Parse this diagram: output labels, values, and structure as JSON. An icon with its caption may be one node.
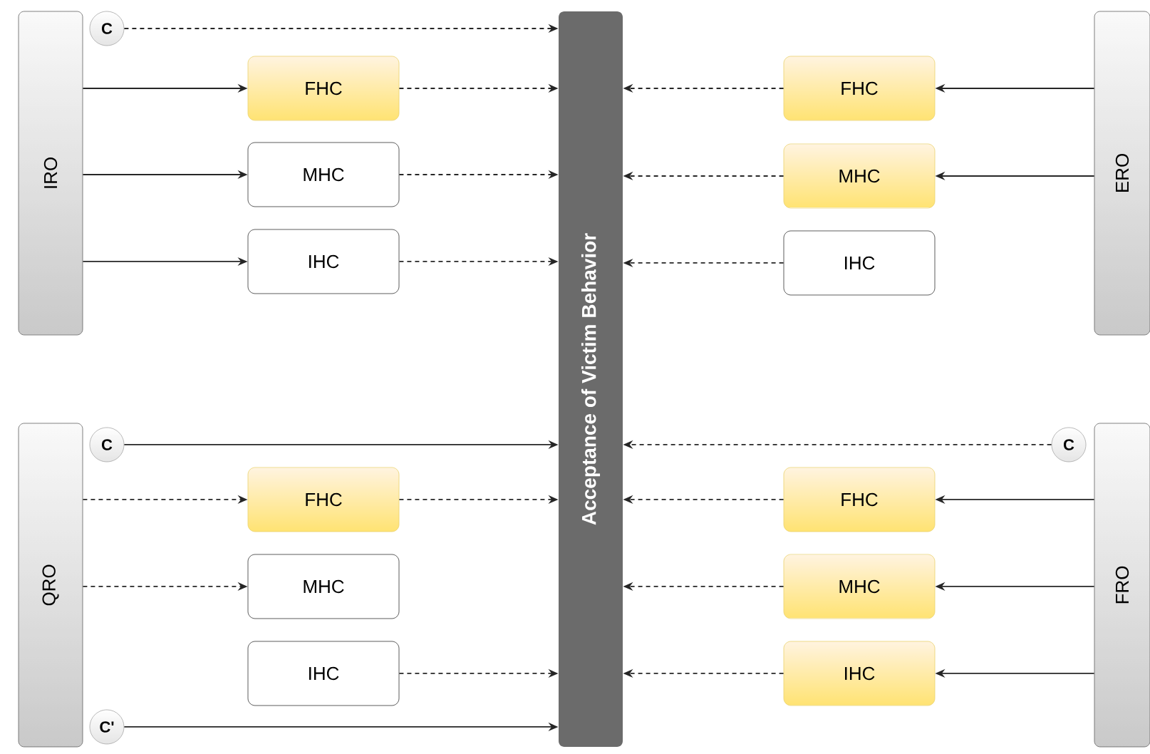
{
  "diagram": {
    "nodes": [
      {
        "text": [
          "IRO"
        ]
      },
      {
        "text": [
          "C"
        ]
      },
      {
        "text": [
          "Acceptance of Victim Behavior"
        ]
      },
      {
        "text": [
          "ERO"
        ]
      },
      {
        "text": [
          "FHC"
        ]
      },
      {
        "text": [
          "MHC"
        ]
      },
      {
        "text": [
          "IHC"
        ]
      },
      {
        "text": [
          "FHC"
        ]
      },
      {
        "text": [
          "MHC"
        ]
      },
      {
        "text": [
          "IHC"
        ]
      },
      {
        "text": [
          "QRO"
        ]
      },
      {
        "text": [
          "C"
        ]
      },
      {
        "text": [
          "C"
        ]
      },
      {
        "text": [
          "FRO"
        ]
      },
      {
        "text": [
          "FHC"
        ]
      },
      {
        "text": [
          "FHC"
        ]
      },
      {
        "text": [
          "MHC"
        ]
      },
      {
        "text": [
          "MHC"
        ]
      },
      {
        "text": [
          "IHC"
        ]
      },
      {
        "text": [
          "IHC"
        ]
      },
      {
        "text": [
          "C'"
        ]
      }
    ],
    "edges": [
      {
        "from": 1,
        "to": 2,
        "arrow": "to",
        "style": "dashed"
      },
      {
        "from": 0,
        "to": 4,
        "arrow": "to"
      },
      {
        "from": 0,
        "to": 5,
        "arrow": "to"
      },
      {
        "from": 0,
        "to": 6,
        "arrow": "to"
      },
      {
        "from": 4,
        "to": 2,
        "arrow": "to",
        "style": "dashed"
      },
      {
        "from": 5,
        "to": 2,
        "arrow": "to",
        "style": "dashed"
      },
      {
        "from": 6,
        "to": 2,
        "arrow": "to",
        "style": "dashed"
      },
      {
        "from": 3,
        "to": 7,
        "arrow": "to"
      },
      {
        "from": 3,
        "to": 8,
        "arrow": "to"
      },
      {
        "from": 7,
        "to": 2,
        "arrow": "to",
        "style": "dashed"
      },
      {
        "from": 8,
        "to": 2,
        "arrow": "to",
        "style": "dashed"
      },
      {
        "from": 9,
        "to": 2,
        "arrow": "to",
        "style": "dashed"
      },
      {
        "from": 11,
        "to": 2,
        "arrow": "to"
      },
      {
        "from": 12,
        "to": 2,
        "arrow": "to",
        "style": "dashed"
      },
      {
        "from": 10,
        "to": 14,
        "arrow": "to",
        "style": "dashed"
      },
      {
        "from": 14,
        "to": 2,
        "arrow": "to",
        "style": "dashed"
      },
      {
        "from": 13,
        "to": 15,
        "arrow": "to"
      },
      {
        "from": 15,
        "to": 2,
        "arrow": "to",
        "style": "dashed"
      },
      {
        "from": 10,
        "to": 16,
        "arrow": "to",
        "style": "dashed"
      },
      {
        "from": 13,
        "to": 17,
        "arrow": "to"
      },
      {
        "from": 17,
        "to": 2,
        "arrow": "to",
        "style": "dashed"
      },
      {
        "from": 18,
        "to": 2,
        "arrow": "to",
        "style": "dashed"
      },
      {
        "from": 13,
        "to": 19,
        "arrow": "to"
      },
      {
        "from": 19,
        "to": 2,
        "arrow": "to",
        "style": "dashed"
      },
      {
        "from": 20,
        "to": 2,
        "arrow": "to"
      }
    ]
  }
}
